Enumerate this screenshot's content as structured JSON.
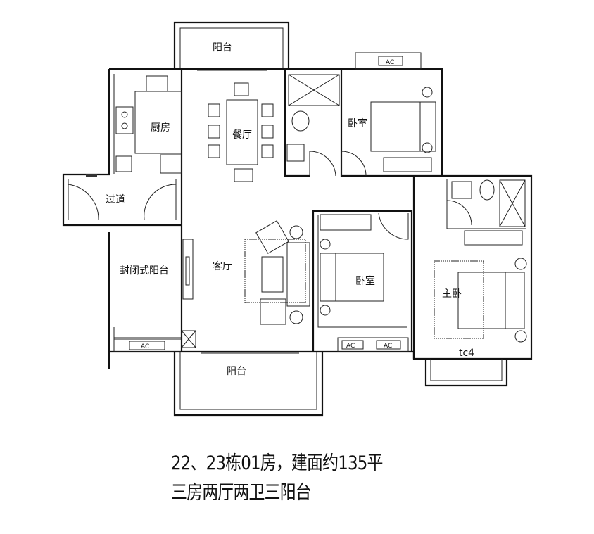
{
  "rooms": {
    "balcony_top": "阳台",
    "kitchen": "厨房",
    "dining": "餐厅",
    "bedroom_top": "卧室",
    "corridor": "过道",
    "enclosed_balcony": "封闭式阳台",
    "living": "客厅",
    "bedroom_mid": "卧室",
    "master_bedroom": "主卧",
    "balcony_bottom": "阳台"
  },
  "marks": {
    "ac": "AC",
    "window_code": "tc4"
  },
  "caption": {
    "line1": "22、23栋01房，建面约135平",
    "line2": "三房两厅两卫三阳台"
  }
}
